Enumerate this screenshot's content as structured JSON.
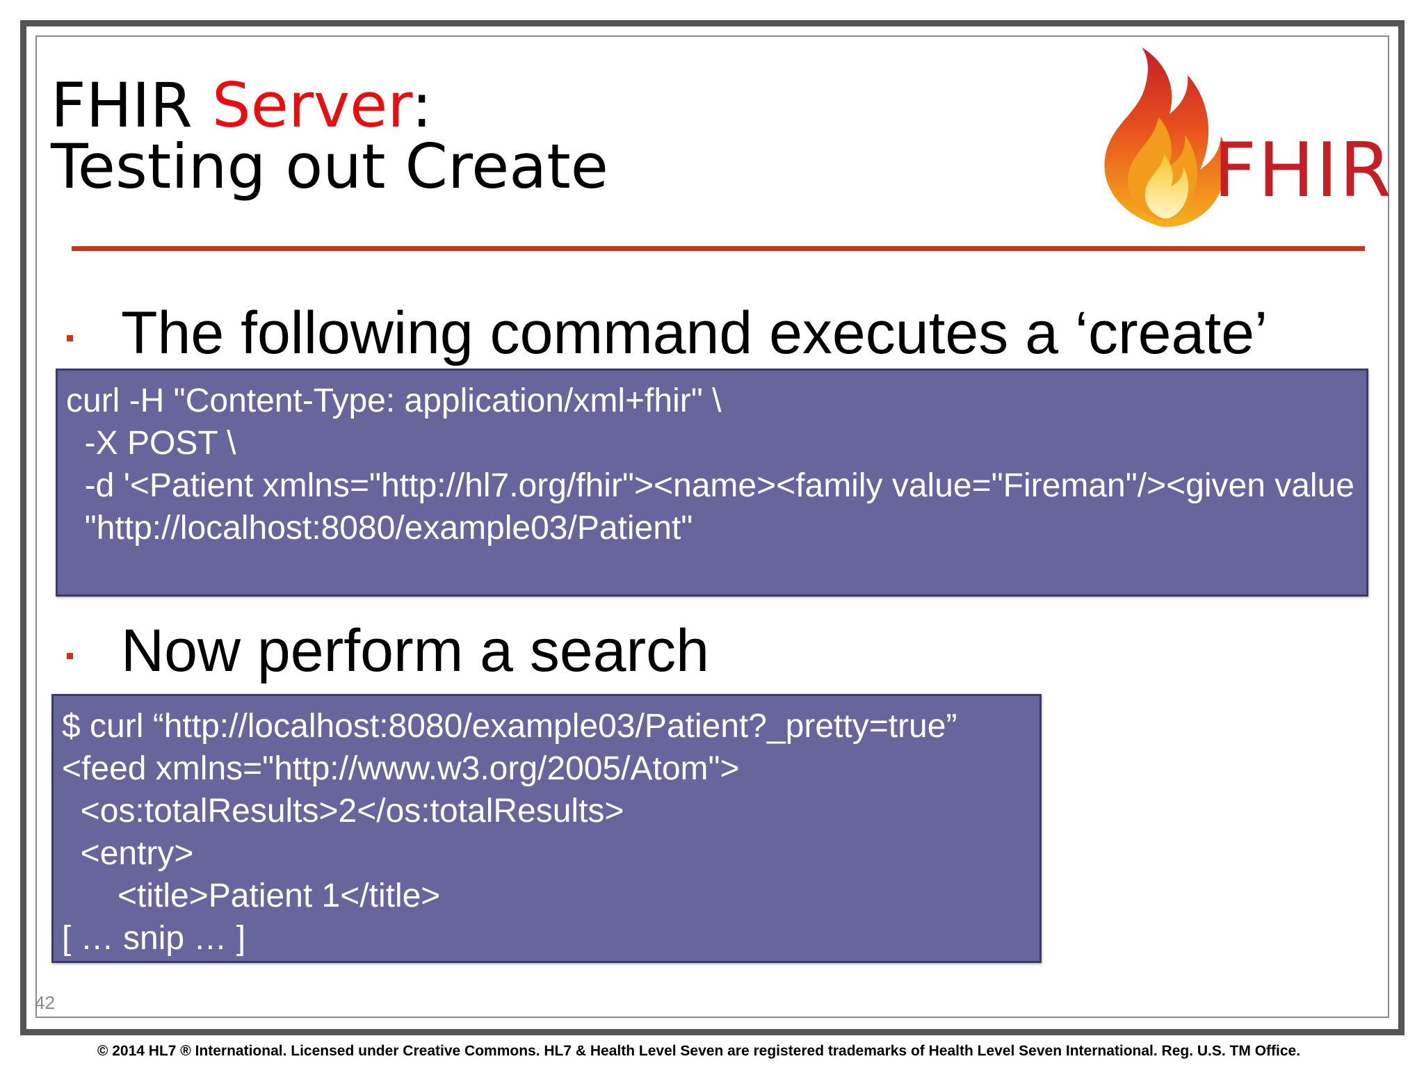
{
  "slide": {
    "title_line1_part1": "FHIR ",
    "title_line1_accent": "Server",
    "title_line1_part2": ":",
    "title_line2": "Testing out Create",
    "logo_text": "FHIR",
    "page_number": "42"
  },
  "bullets": [
    {
      "text": "The following command executes a ‘create’"
    },
    {
      "text": "Now perform a search"
    }
  ],
  "create_command": {
    "lines": [
      "curl -H \"Content-Type: application/xml+fhir\" \\",
      "  -X POST \\",
      "  -d '<Patient xmlns=\"http://hl7.org/fhir\"><name><family value=\"Fireman\"/><given value",
      "  \"http://localhost:8080/example03/Patient\""
    ]
  },
  "search_command": {
    "lines": [
      "$ curl “http://localhost:8080/example03/Patient?_pretty=true”",
      "<feed xmlns=\"http://www.w3.org/2005/Atom\">",
      "  <os:totalResults>2</os:totalResults>",
      "  <entry>",
      "      <title>Patient 1</title>",
      "[ … snip … ]"
    ]
  },
  "footer": {
    "text": "© 2014 HL7 ® International. Licensed under Creative Commons. HL7 & Health Level Seven are registered trademarks of Health Level Seven International. Reg. U.S. TM Office."
  },
  "colors": {
    "accent_red": "#e60e0e",
    "rule": "#c0391b",
    "code_box_bg": "#67659b",
    "logo_text": "#c41f25"
  }
}
